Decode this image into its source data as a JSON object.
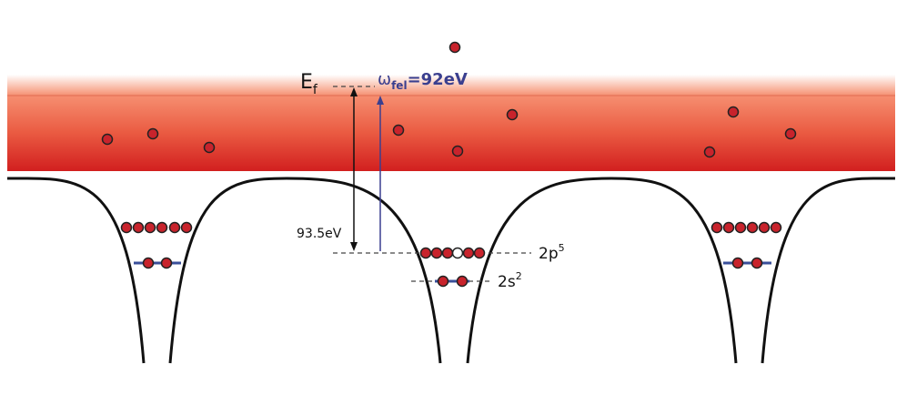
{
  "labels": {
    "fermi_main": "E",
    "fermi_sub": "f",
    "photon_symbol": "ω",
    "photon_sub": "fel",
    "photon_value": "=92eV",
    "binding_energy": "93.5eV",
    "level_2p_main": "2p",
    "level_2p_sup": "5",
    "level_2s_main": "2s",
    "level_2s_sup": "2"
  },
  "colors": {
    "band_top": "#f7a58c",
    "band_bottom": "#d42020",
    "electron_fill": "#c8232c",
    "electron_stroke": "#222222",
    "hole_fill": "#ffffff",
    "photon_arrow": "#3a3f8f",
    "level_line": "#3a4f9a",
    "potential": "#111111"
  },
  "wells": [
    {
      "name": "left-atom",
      "level_2p_holes": 0,
      "level_2p_electrons": 6,
      "level_2s_electrons": 2
    },
    {
      "name": "center-atom",
      "level_2p_holes": 1,
      "level_2p_electrons": 5,
      "level_2s_electrons": 2
    },
    {
      "name": "right-atom",
      "level_2p_holes": 0,
      "level_2p_electrons": 6,
      "level_2s_electrons": 2
    }
  ]
}
